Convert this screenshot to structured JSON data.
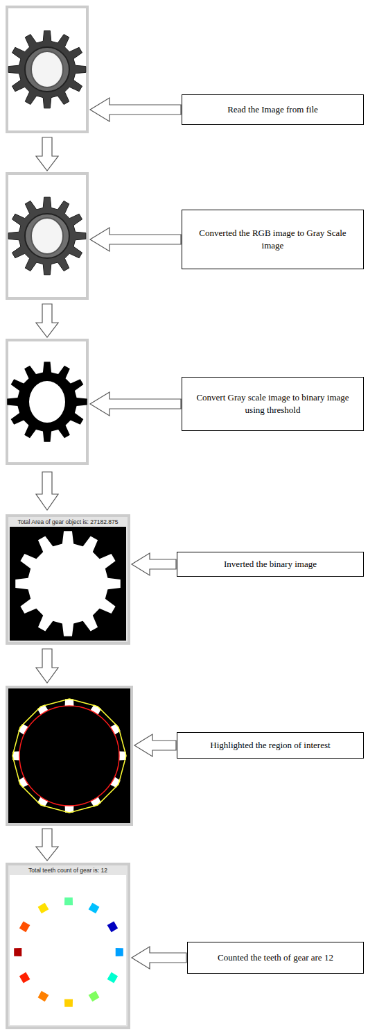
{
  "diagram": {
    "nodes": [
      {
        "text": [
          "Read the Image from file"
        ]
      },
      {
        "text": [
          "Converted the RGB image to Gray Scale image"
        ]
      },
      {
        "text": [
          "Convert Gray scale image to binary image using threshold"
        ]
      },
      {
        "text": [
          "Inverted the binary image"
        ]
      },
      {
        "text": [
          "Highlighted the region of interest"
        ]
      },
      {
        "text": [
          "Counted the teeth of gear are 12"
        ]
      }
    ],
    "labels": [
      "Total Area of gear object is: 27182.875",
      "Total teeth count of gear is: 12"
    ]
  }
}
